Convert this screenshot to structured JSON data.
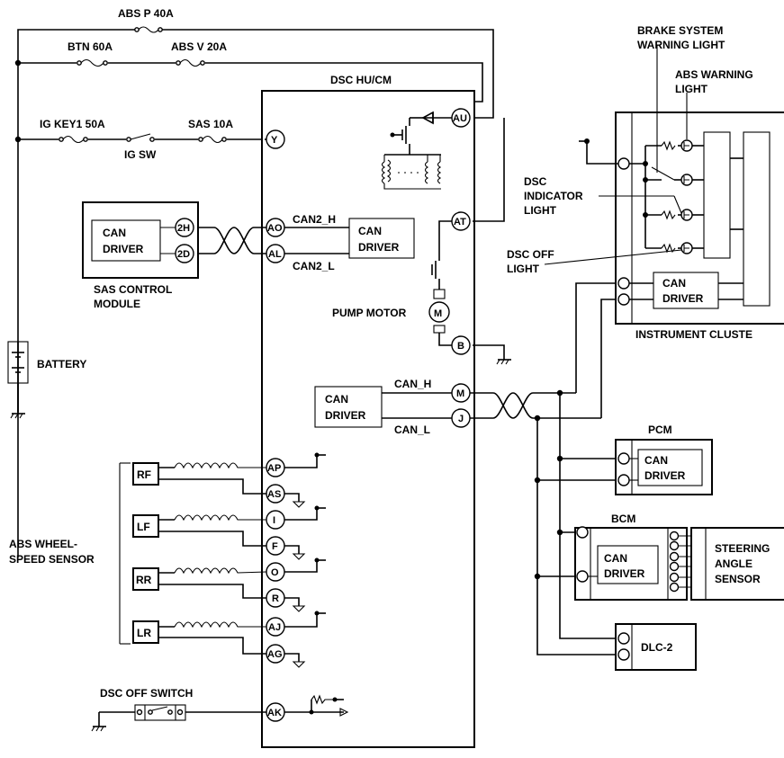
{
  "fuses": {
    "abs_p": "ABS P 40A",
    "btn": "BTN 60A",
    "abs_v": "ABS V 20A",
    "ig_key1": "IG KEY1 50A",
    "sas": "SAS 10A",
    "ig_sw": "IG SW"
  },
  "modules": {
    "dsc": "DSC HU/CM",
    "sas_module_line1": "SAS CONTROL",
    "sas_module_line2": "MODULE",
    "instrument_cluster": "INSTRUMENT CLUSTE",
    "pcm": "PCM",
    "bcm": "BCM",
    "dlc": "DLC-2",
    "steering_line1": "STEERING",
    "steering_line2": "ANGLE",
    "steering_line3": "SENSOR",
    "battery": "BATTERY"
  },
  "can_driver": {
    "line1": "CAN",
    "line2": "DRIVER"
  },
  "can_signals": {
    "can2_h": "CAN2_H",
    "can2_l": "CAN2_L",
    "can_h": "CAN_H",
    "can_l": "CAN_L"
  },
  "pins": {
    "au": "AU",
    "y": "Y",
    "at": "AT",
    "ao": "AO",
    "al": "AL",
    "b": "B",
    "m": "M",
    "j": "J",
    "ap": "AP",
    "as": "AS",
    "i": "I",
    "f": "F",
    "o": "O",
    "r": "R",
    "aj": "AJ",
    "ag": "AG",
    "ak": "AK",
    "sas_2h": "2H",
    "sas_2d": "2D"
  },
  "labels": {
    "pump_motor": "PUMP MOTOR",
    "motor_symbol": "M",
    "brake_line1": "BRAKE SYSTEM",
    "brake_line2": "WARNING LIGHT",
    "abs_warn_line1": "ABS WARNING",
    "abs_warn_line2": "LIGHT",
    "dsc_ind_line1": "DSC",
    "dsc_ind_line2": "INDICATOR",
    "dsc_ind_line3": "LIGHT",
    "dsc_off_line1": "DSC OFF",
    "dsc_off_line2": "LIGHT",
    "abs_wheel_line1": "ABS WHEEL-",
    "abs_wheel_line2": "SPEED SENSOR",
    "dsc_off_switch": "DSC OFF SWITCH"
  },
  "wheel_sensors": [
    "RF",
    "LF",
    "RR",
    "LR"
  ]
}
